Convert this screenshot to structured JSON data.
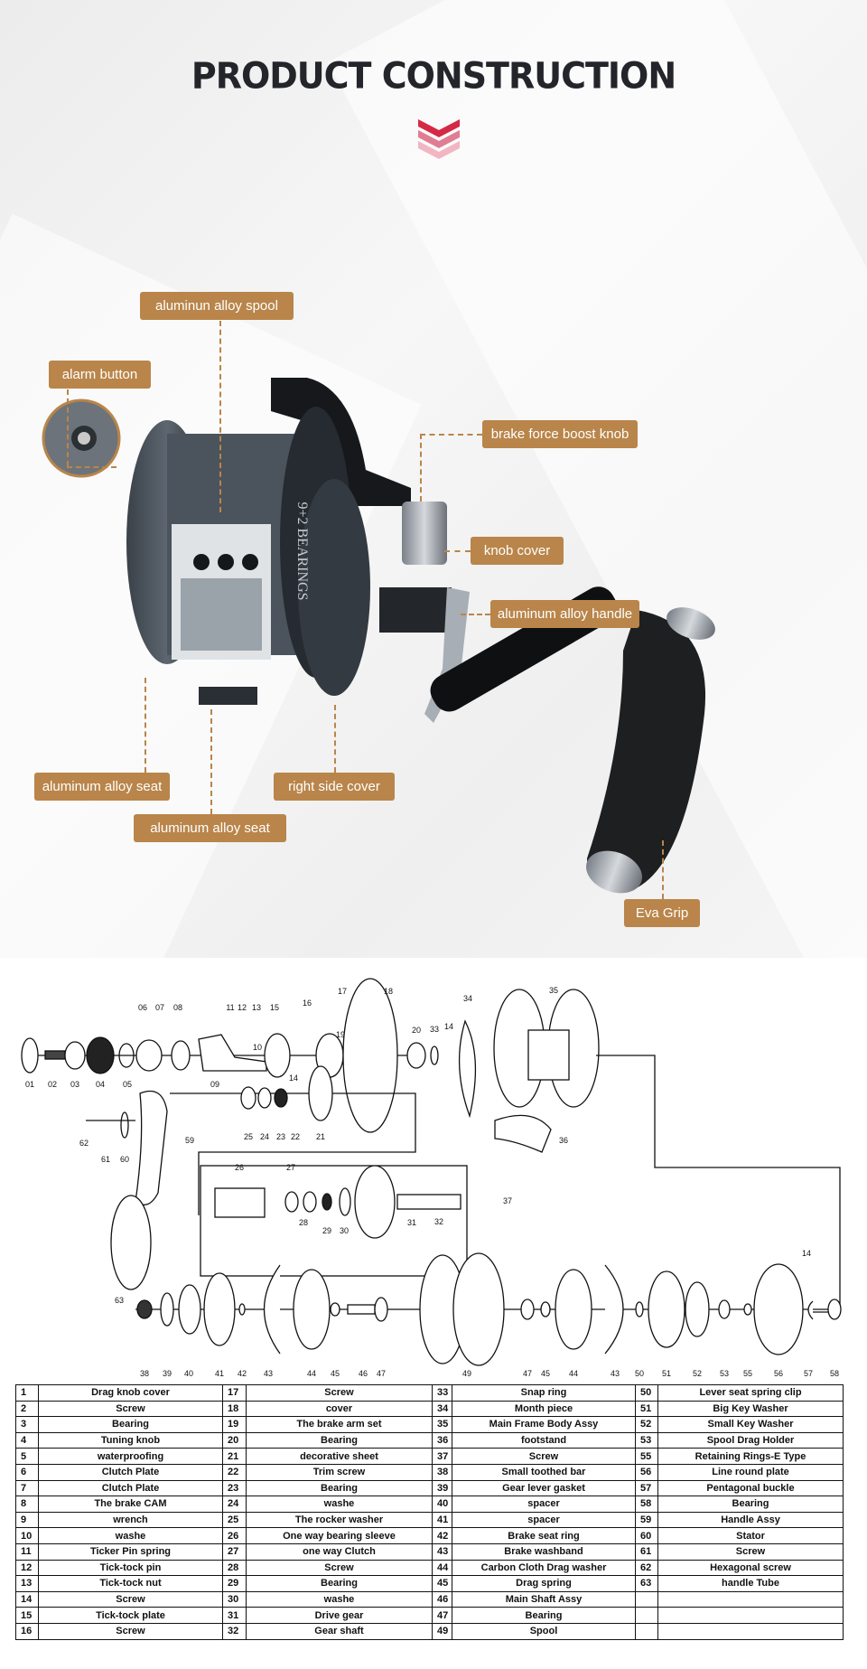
{
  "header": {
    "title": "PRODUCT CONSTRUCTION"
  },
  "colors": {
    "label_bg": "#b9854a",
    "title": "#23252b",
    "chevron_top": "#d42a45",
    "chevron_mid": "#e07d92",
    "chevron_bottom": "#f2b6c3"
  },
  "callouts": {
    "spool": "aluminun alloy spool",
    "alarm": "alarm button",
    "brake_knob": "brake force boost knob",
    "knob_cover": "knob cover",
    "handle": "aluminum alloy handle",
    "seat_left": "aluminum alloy seat",
    "right_cover": "right side cover",
    "seat_bottom": "aluminum alloy seat",
    "grip": "Eva Grip"
  },
  "reel": {
    "side_text": "9+2 BEARINGS"
  },
  "diagram_labels": [
    "01",
    "02",
    "03",
    "04",
    "05",
    "06",
    "07",
    "08",
    "09",
    "10",
    "11",
    "12",
    "13",
    "14",
    "15",
    "16",
    "17",
    "18",
    "19",
    "20",
    "33",
    "14",
    "34",
    "35",
    "36",
    "37",
    "25",
    "24",
    "23",
    "22",
    "21",
    "59",
    "62",
    "61",
    "60",
    "26",
    "27",
    "28",
    "29",
    "30",
    "31",
    "32",
    "63",
    "14",
    "38",
    "39",
    "40",
    "41",
    "42",
    "43",
    "44",
    "45",
    "46",
    "47",
    "49",
    "47",
    "45",
    "44",
    "43",
    "50",
    "51",
    "52",
    "53",
    "55",
    "56",
    "57",
    "58"
  ],
  "parts_table": [
    [
      [
        "1",
        "Drag knob cover"
      ],
      [
        "17",
        "Screw"
      ],
      [
        "33",
        "Snap ring"
      ],
      [
        "50",
        "Lever seat spring clip"
      ]
    ],
    [
      [
        "2",
        "Screw"
      ],
      [
        "18",
        "cover"
      ],
      [
        "34",
        "Month piece"
      ],
      [
        "51",
        "Big Key Washer"
      ]
    ],
    [
      [
        "3",
        "Bearing"
      ],
      [
        "19",
        "The brake arm set"
      ],
      [
        "35",
        "Main Frame Body Assy"
      ],
      [
        "52",
        "Small Key Washer"
      ]
    ],
    [
      [
        "4",
        "Tuning knob"
      ],
      [
        "20",
        "Bearing"
      ],
      [
        "36",
        "footstand"
      ],
      [
        "53",
        "Spool Drag Holder"
      ]
    ],
    [
      [
        "5",
        "waterproofing"
      ],
      [
        "21",
        "decorative sheet"
      ],
      [
        "37",
        "Screw"
      ],
      [
        "55",
        "Retaining Rings-E Type"
      ]
    ],
    [
      [
        "6",
        "Clutch Plate"
      ],
      [
        "22",
        "Trim screw"
      ],
      [
        "38",
        "Small toothed bar"
      ],
      [
        "56",
        "Line round plate"
      ]
    ],
    [
      [
        "7",
        "Clutch Plate"
      ],
      [
        "23",
        "Bearing"
      ],
      [
        "39",
        "Gear lever gasket"
      ],
      [
        "57",
        "Pentagonal buckle"
      ]
    ],
    [
      [
        "8",
        "The brake CAM"
      ],
      [
        "24",
        "washe"
      ],
      [
        "40",
        "spacer"
      ],
      [
        "58",
        "Bearing"
      ]
    ],
    [
      [
        "9",
        "wrench"
      ],
      [
        "25",
        "The rocker washer"
      ],
      [
        "41",
        "spacer"
      ],
      [
        "59",
        "Handle Assy"
      ]
    ],
    [
      [
        "10",
        "washe"
      ],
      [
        "26",
        "One way bearing sleeve"
      ],
      [
        "42",
        "Brake seat ring"
      ],
      [
        "60",
        "Stator"
      ]
    ],
    [
      [
        "11",
        "Ticker Pin spring"
      ],
      [
        "27",
        "one way Clutch"
      ],
      [
        "43",
        "Brake washband"
      ],
      [
        "61",
        "Screw"
      ]
    ],
    [
      [
        "12",
        "Tick-tock pin"
      ],
      [
        "28",
        "Screw"
      ],
      [
        "44",
        "Carbon Cloth Drag washer"
      ],
      [
        "62",
        "Hexagonal screw"
      ]
    ],
    [
      [
        "13",
        "Tick-tock nut"
      ],
      [
        "29",
        "Bearing"
      ],
      [
        "45",
        "Drag spring"
      ],
      [
        "63",
        "handle Tube"
      ]
    ],
    [
      [
        "14",
        "Screw"
      ],
      [
        "30",
        "washe"
      ],
      [
        "46",
        "Main Shaft Assy"
      ],
      [
        "",
        ""
      ]
    ],
    [
      [
        "15",
        "Tick-tock plate"
      ],
      [
        "31",
        "Drive gear"
      ],
      [
        "47",
        "Bearing"
      ],
      [
        "",
        ""
      ]
    ],
    [
      [
        "16",
        "Screw"
      ],
      [
        "32",
        "Gear shaft"
      ],
      [
        "49",
        "Spool"
      ],
      [
        "",
        ""
      ]
    ]
  ]
}
